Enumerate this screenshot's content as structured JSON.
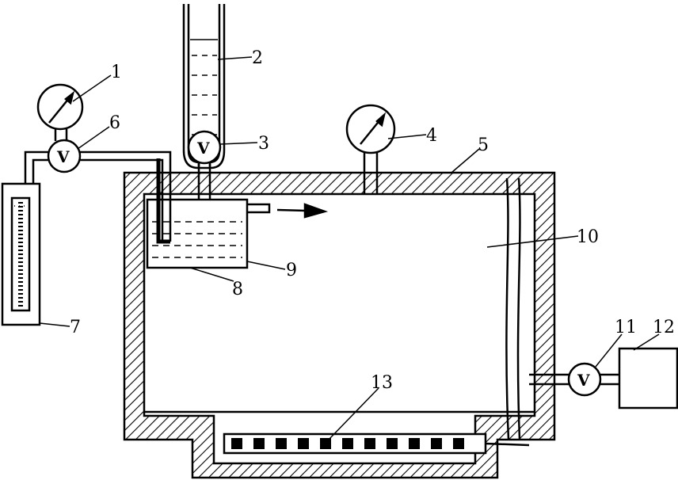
{
  "diagram": {
    "valve_symbol": "V",
    "labels": [
      "1",
      "2",
      "3",
      "4",
      "5",
      "6",
      "7",
      "8",
      "9",
      "10",
      "11",
      "12",
      "13"
    ]
  }
}
